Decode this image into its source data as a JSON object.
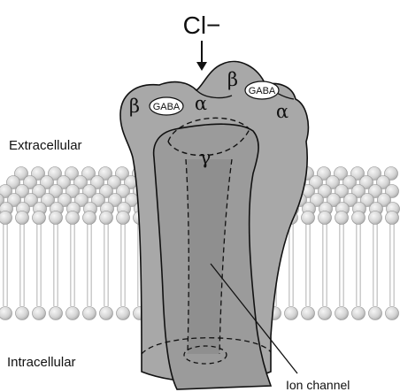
{
  "ion": {
    "label": "Cl−"
  },
  "regions": {
    "extracellular": "Extracellular",
    "intracellular": "Intracellular"
  },
  "subunits": {
    "beta_left": "β",
    "alpha_left": "α",
    "beta_right": "β",
    "alpha_right": "α",
    "gamma": "γ"
  },
  "binding_sites": {
    "left": "GABA",
    "right": "GABA"
  },
  "callout": {
    "ion_channel": "Ion channel"
  },
  "colors": {
    "receptor_fill": "#a8a8a8",
    "inner_fill": "#939393",
    "membrane_head": "#e2e2e2",
    "membrane_head_shade": "#bdbdbd",
    "tail": "#c7c7c7",
    "outline": "#111111"
  }
}
